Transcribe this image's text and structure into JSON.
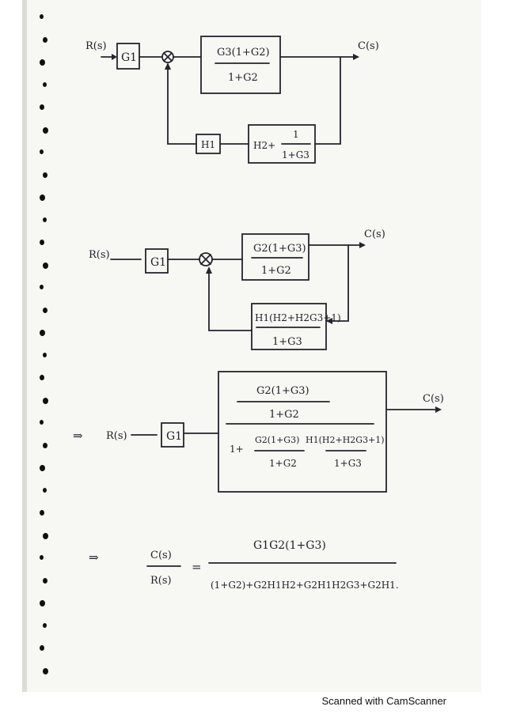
{
  "diagram1": {
    "input": "R(s)",
    "output": "C(s)",
    "g1": "G1",
    "fwd_num": "G3(1+G2)",
    "fwd_den": "1+G2",
    "h1": "H1",
    "fb_h2": "H2+",
    "fb_num": "1",
    "fb_den": "1+G3"
  },
  "diagram2": {
    "input": "R(s)",
    "output": "C(s)",
    "g1": "G1",
    "fwd_num": "G2(1+G3)",
    "fwd_den": "1+G2",
    "fb_num": "H1(H2+H2G3+1)",
    "fb_den": "1+G3"
  },
  "diagram3": {
    "input": "R(s)",
    "output": "C(s)",
    "g1": "G1",
    "top_num": "G2(1+G3)",
    "top_den": "1+G2",
    "one_plus": "1+",
    "bot_num1": "G2(1+G3)",
    "bot_den1": "1+G2",
    "bot_num2": "H1(H2+H2G3+1)",
    "bot_den2": "1+G3"
  },
  "result": {
    "lhs_num": "C(s)",
    "lhs_den": "R(s)",
    "equals": "=",
    "num": "G1G2(1+G3)",
    "den": "(1+G2)+G2H1H2+G2H1H2G3+G2H1."
  },
  "arrows": {
    "implies": "⇒"
  },
  "footer": {
    "label": "Scanned with CamScanner"
  }
}
